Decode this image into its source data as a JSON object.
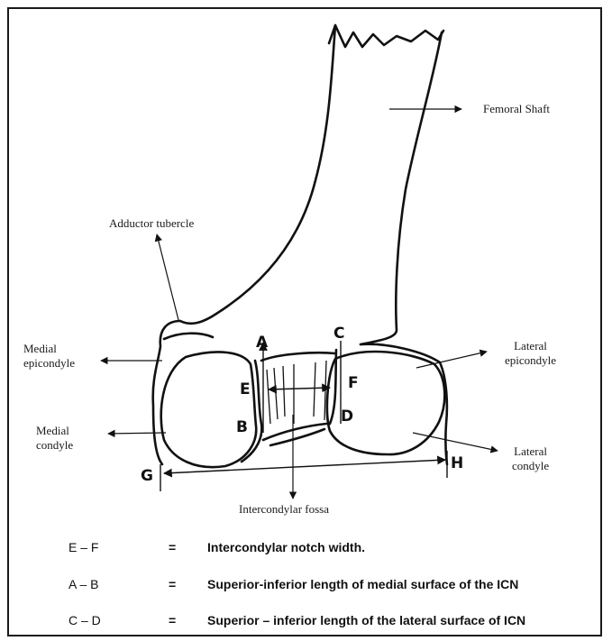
{
  "labels": {
    "femoral_shaft": "Femoral Shaft",
    "adductor_tubercle": "Adductor tubercle",
    "medial_epicondyle": [
      "Medial",
      "epicondyle"
    ],
    "medial_condyle": [
      "Medial",
      "condyle"
    ],
    "lateral_epicondyle": [
      "Lateral",
      "epicondyle"
    ],
    "lateral_condyle": [
      "Lateral",
      "condyle"
    ],
    "intercondylar_fossa": "Intercondylar fossa"
  },
  "points": {
    "A": "A",
    "B": "B",
    "C": "C",
    "D": "D",
    "E": "E",
    "F": "F",
    "G": "G",
    "H": "H"
  },
  "legend": [
    {
      "pair": "E – F",
      "eq": "=",
      "desc": "Intercondylar notch width."
    },
    {
      "pair": "A – B",
      "eq": "=",
      "desc": "Superior-inferior length of medial surface of the ICN"
    },
    {
      "pair": "C – D",
      "eq": "=",
      "desc": "Superior – inferior length of the lateral surface of ICN"
    }
  ]
}
